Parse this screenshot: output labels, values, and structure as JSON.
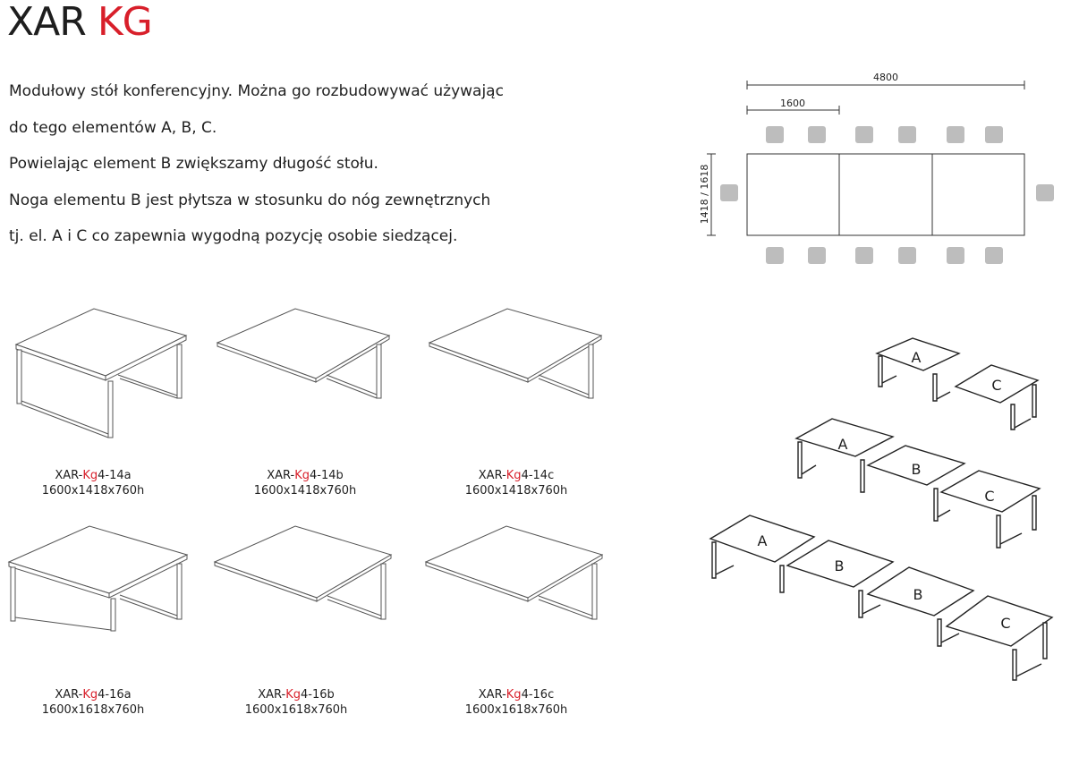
{
  "header": {
    "title_prefix": "XAR",
    "title_accent": "KG"
  },
  "description": {
    "lines": [
      "Modułowy stół konferencyjny. Można go rozbudowywać używając",
      "do tego elementów A, B, C.",
      "Powielając element B zwiększamy długość stołu.",
      "Noga elementu B jest płytsza w stosunku do nóg zewnętrznych",
      "tj. el. A i C co zapewnia wygodną pozycję osobie siedzącej."
    ]
  },
  "plan": {
    "total_length": "4800",
    "module_length": "1600",
    "depth": "1418 / 1618"
  },
  "products": [
    {
      "code_pre": "XAR-",
      "code_kg": "Kg",
      "code_post": "4-14a",
      "dims": "1600x1418x760h"
    },
    {
      "code_pre": "XAR-",
      "code_kg": "Kg",
      "code_post": "4-14b",
      "dims": "1600x1418x760h"
    },
    {
      "code_pre": "XAR-",
      "code_kg": "Kg",
      "code_post": "4-14c",
      "dims": "1600x1418x760h"
    },
    {
      "code_pre": "XAR-",
      "code_kg": "Kg",
      "code_post": "4-16a",
      "dims": "1600x1618x760h"
    },
    {
      "code_pre": "XAR-",
      "code_kg": "Kg",
      "code_post": "4-16b",
      "dims": "1600x1618x760h"
    },
    {
      "code_pre": "XAR-",
      "code_kg": "Kg",
      "code_post": "4-16c",
      "dims": "1600x1618x760h"
    }
  ],
  "assembly": {
    "label_a": "A",
    "label_b": "B",
    "label_c": "C"
  },
  "colors": {
    "accent": "#d81f2a",
    "chair": "#bdbdbd",
    "line": "#333333"
  }
}
